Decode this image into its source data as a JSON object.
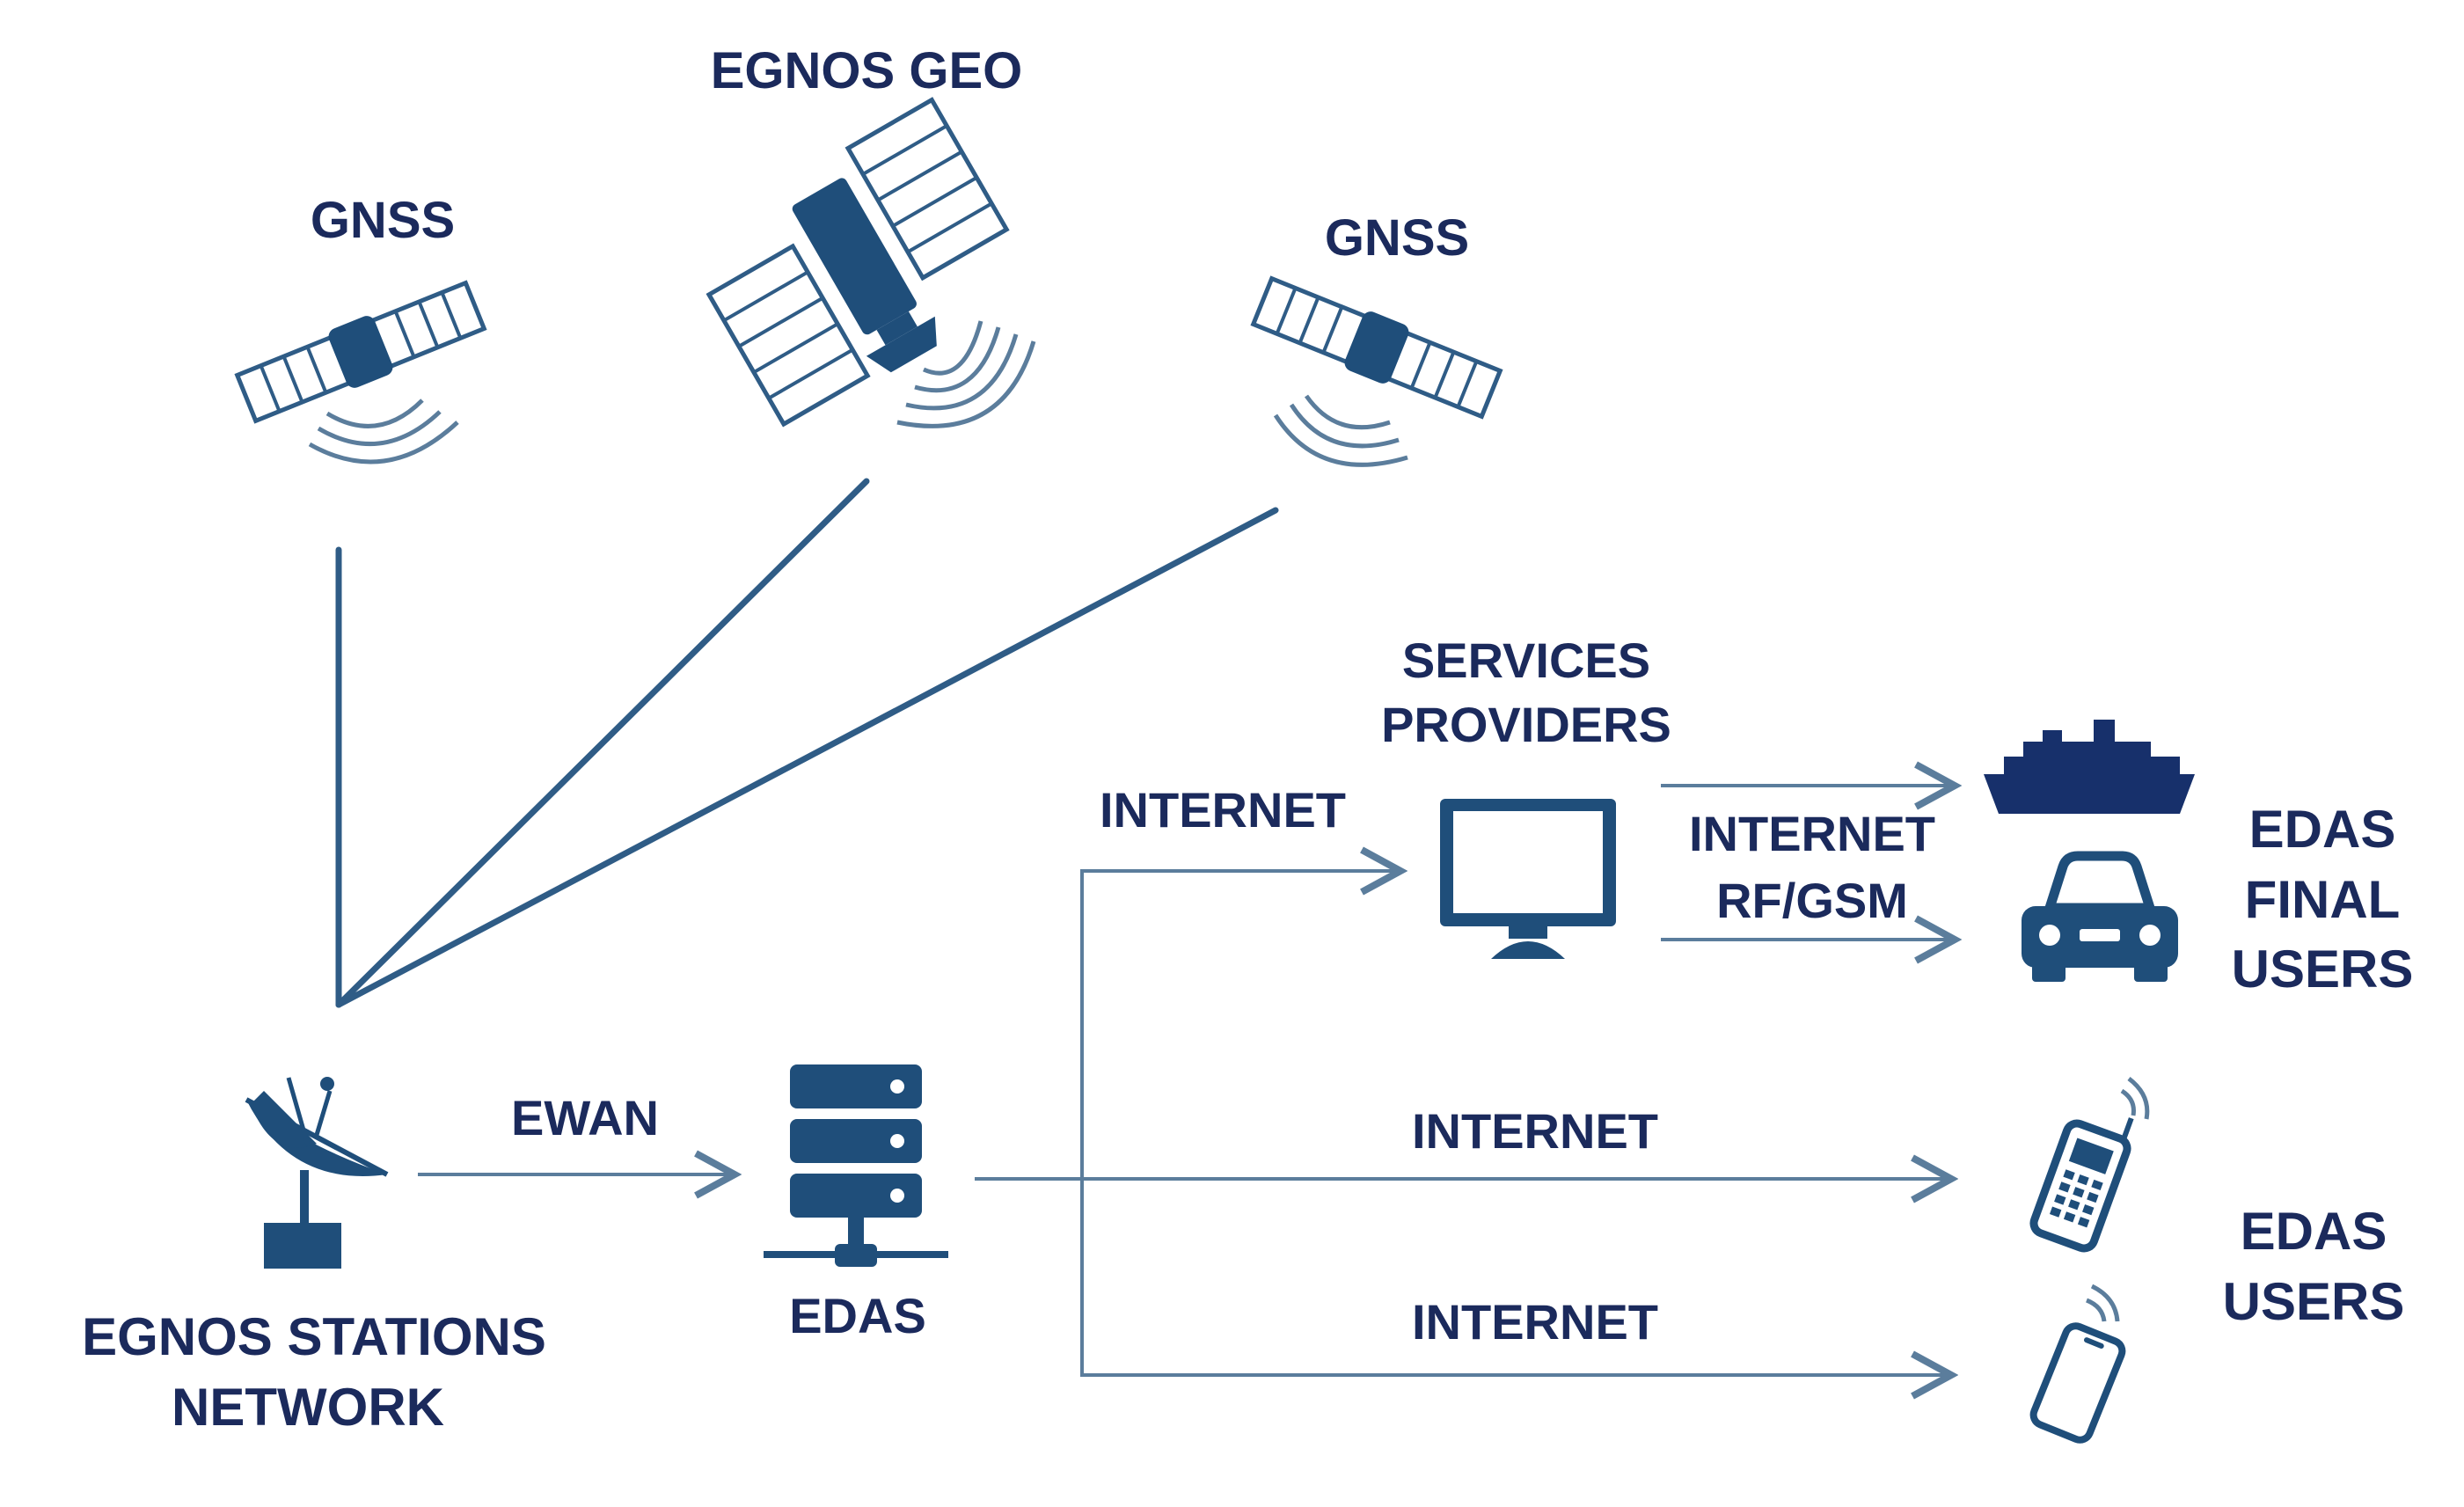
{
  "labels": {
    "gnss_left": "GNSS",
    "egnos_geo": "EGNOS GEO",
    "gnss_right": "GNSS",
    "services_providers_1": "SERVICES",
    "services_providers_2": "PROVIDERS",
    "internet_to_providers": "INTERNET",
    "internet_rf_1": "INTERNET",
    "internet_rf_2": "RF/GSM",
    "edas_final_users_1": "EDAS",
    "edas_final_users_2": "FINAL",
    "edas_final_users_3": "USERS",
    "ewan": "EWAN",
    "internet_mid": "INTERNET",
    "internet_bottom": "INTERNET",
    "edas_users_1": "EDAS",
    "edas_users_2": "USERS",
    "stations_1": "EGNOS STATIONS",
    "stations_2": "NETWORK",
    "edas": "EDAS"
  },
  "colors": {
    "primary": "#1f4e7a",
    "dark_navy": "#17306b",
    "line": "#2f5c86",
    "arrow": "#5b7d9c",
    "text": "#1b2a5c"
  }
}
